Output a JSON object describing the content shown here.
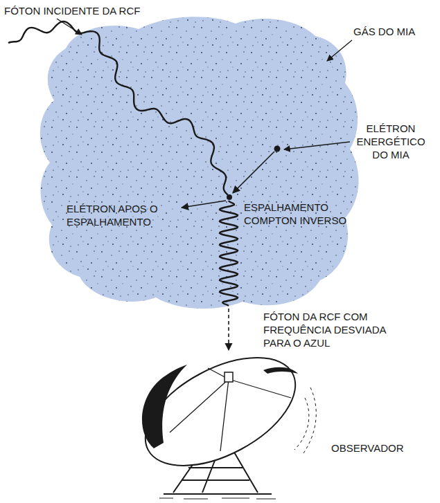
{
  "diagram": {
    "labels": [
      "FÓTON INCIDENTE DA RCF",
      "GÁS DO MIA",
      "ELÉTRON ENERGÉTICO DO MIA",
      "ESPALHAMENTO COMPTON INVERSO",
      "ELÉTRON APOS O ESPALHAMENTO",
      "FÓTON DA RCF COM FREQUÊNCIA DESVIADA PARA O AZUL",
      "OBSERVADOR"
    ]
  }
}
